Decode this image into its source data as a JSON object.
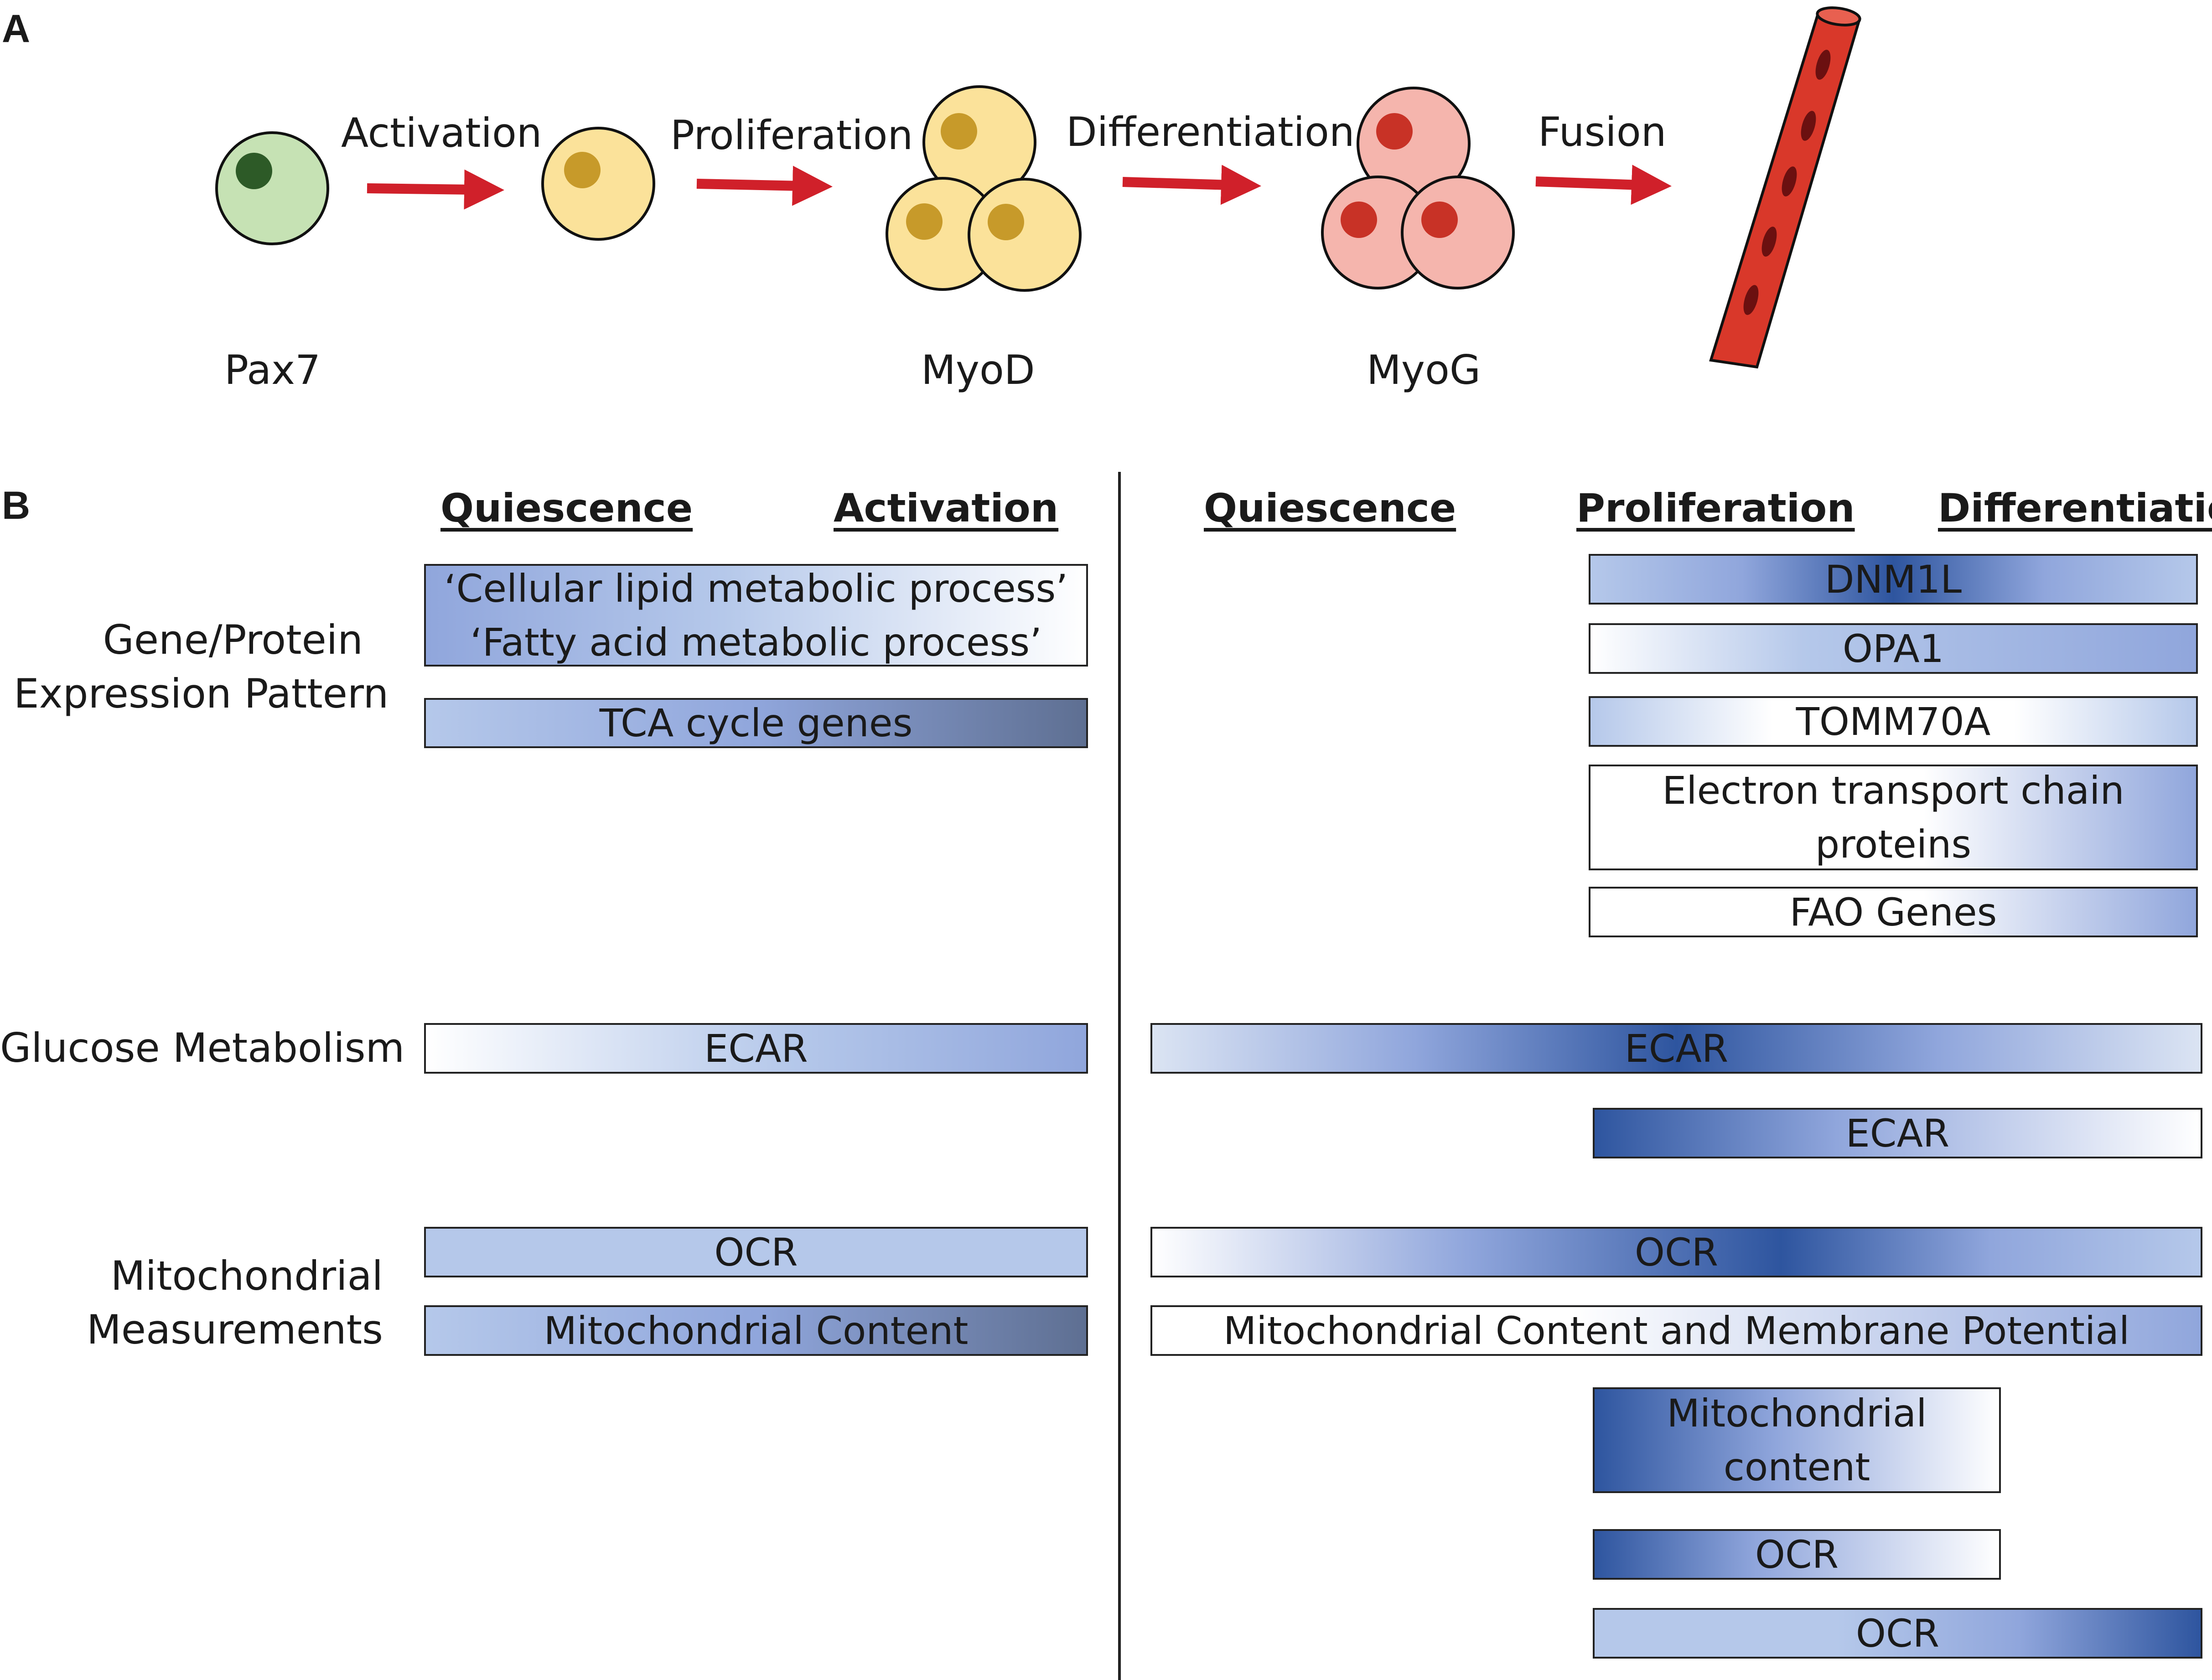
{
  "panel_a": {
    "letter": "A",
    "steps": [
      "Activation",
      "Proliferation",
      "Differentiation",
      "Fusion"
    ],
    "markers": [
      "Pax7",
      "MyoD",
      "MyoG"
    ],
    "colors": {
      "quiescent_cell": "#c6e2b4",
      "quiescent_nucleus": "#2d5a27",
      "activated_cell": "#fbe29a",
      "activated_nucleus": "#c79a2a",
      "differentiating_cell": "#f5b5ad",
      "differentiating_nucleus": "#c83226",
      "arrow": "#d0202a",
      "myofiber": "#d9382a",
      "myofiber_nucleus": "#6b1010"
    }
  },
  "panel_b": {
    "letter": "B",
    "left_headers": [
      "Quiescence",
      "Activation"
    ],
    "right_headers": [
      "Quiescence",
      "Proliferation",
      "Differentiation"
    ],
    "row_labels": {
      "gene_protein": [
        "Gene/Protein",
        "Expression Pattern"
      ],
      "glucose": "Glucose Metabolism",
      "mito": [
        "Mitochondrial",
        "Measurements"
      ]
    },
    "bars": {
      "lipid_1": "‘Cellular lipid metabolic process’",
      "lipid_2": "‘Fatty acid metabolic process’",
      "tca": "TCA cycle genes",
      "dnm1l": "DNM1L",
      "opa1": "OPA1",
      "tomm70a": "TOMM70A",
      "etc_1": "Electron transport chain",
      "etc_2": "proteins",
      "fao": "FAO Genes",
      "ecar_left": "ECAR",
      "ecar_right_wide": "ECAR",
      "ecar_right_short": "ECAR",
      "ocr_left": "OCR",
      "mito_content_left": "Mitochondrial Content",
      "ocr_right_wide": "OCR",
      "mito_content_potential": "Mitochondrial Content and Membrane Potential",
      "mito_content_short_1": "Mitochondrial",
      "mito_content_short_2": "content",
      "ocr_short": "OCR",
      "ocr_long": "OCR"
    },
    "gradient_colors": {
      "light": "#b5c8ea",
      "medium": "#90a6dc",
      "dark": "#2e559f",
      "slate": "#5e6f92",
      "white": "#ffffff"
    }
  }
}
